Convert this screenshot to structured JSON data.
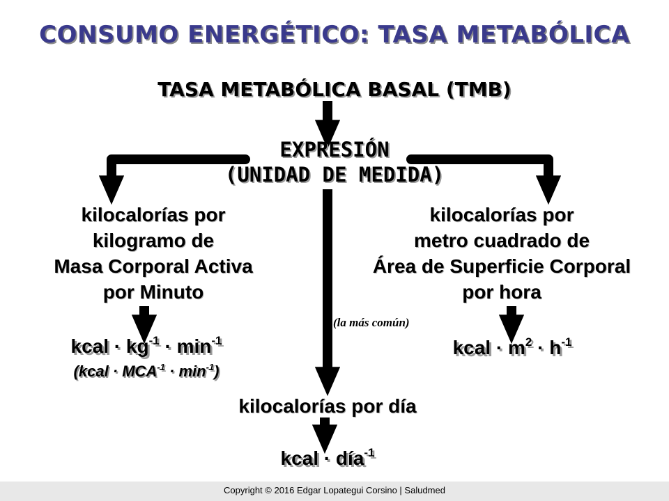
{
  "title": "CONSUMO ENERGÉTICO: TASA METABÓLICA",
  "root": "TASA METABÓLICA BASAL (TMB)",
  "expression": {
    "line1": "EXPRESIÓN",
    "line2": "(UNIDAD DE MEDIDA)"
  },
  "left": {
    "description": [
      "kilocalorías por",
      "kilogramo de",
      "Masa Corporal Activa",
      "por Minuto"
    ],
    "formula": {
      "p1": "kcal · kg",
      "e1": "-1",
      "p2": " · min",
      "e2": "-1"
    },
    "formula_alt": {
      "p1": "(kcal · MCA",
      "e1": "-1",
      "p2": " · min",
      "e2": "-1",
      "p3": ")"
    }
  },
  "right": {
    "description": [
      "kilocalorías por",
      "metro cuadrado de",
      "Área de Superficie Corporal",
      "por hora"
    ],
    "formula": {
      "p1": "kcal · m",
      "e1": "2",
      "p2": " · h",
      "e2": "-1"
    }
  },
  "center": {
    "note": "(la más común)",
    "description": "kilocalorías por día",
    "formula": {
      "p1": "kcal · día",
      "e1": "-1"
    }
  },
  "footer": {
    "copyright": "Copyright © 2016 Edgar Lopategui Corsino | Saludmed"
  }
}
